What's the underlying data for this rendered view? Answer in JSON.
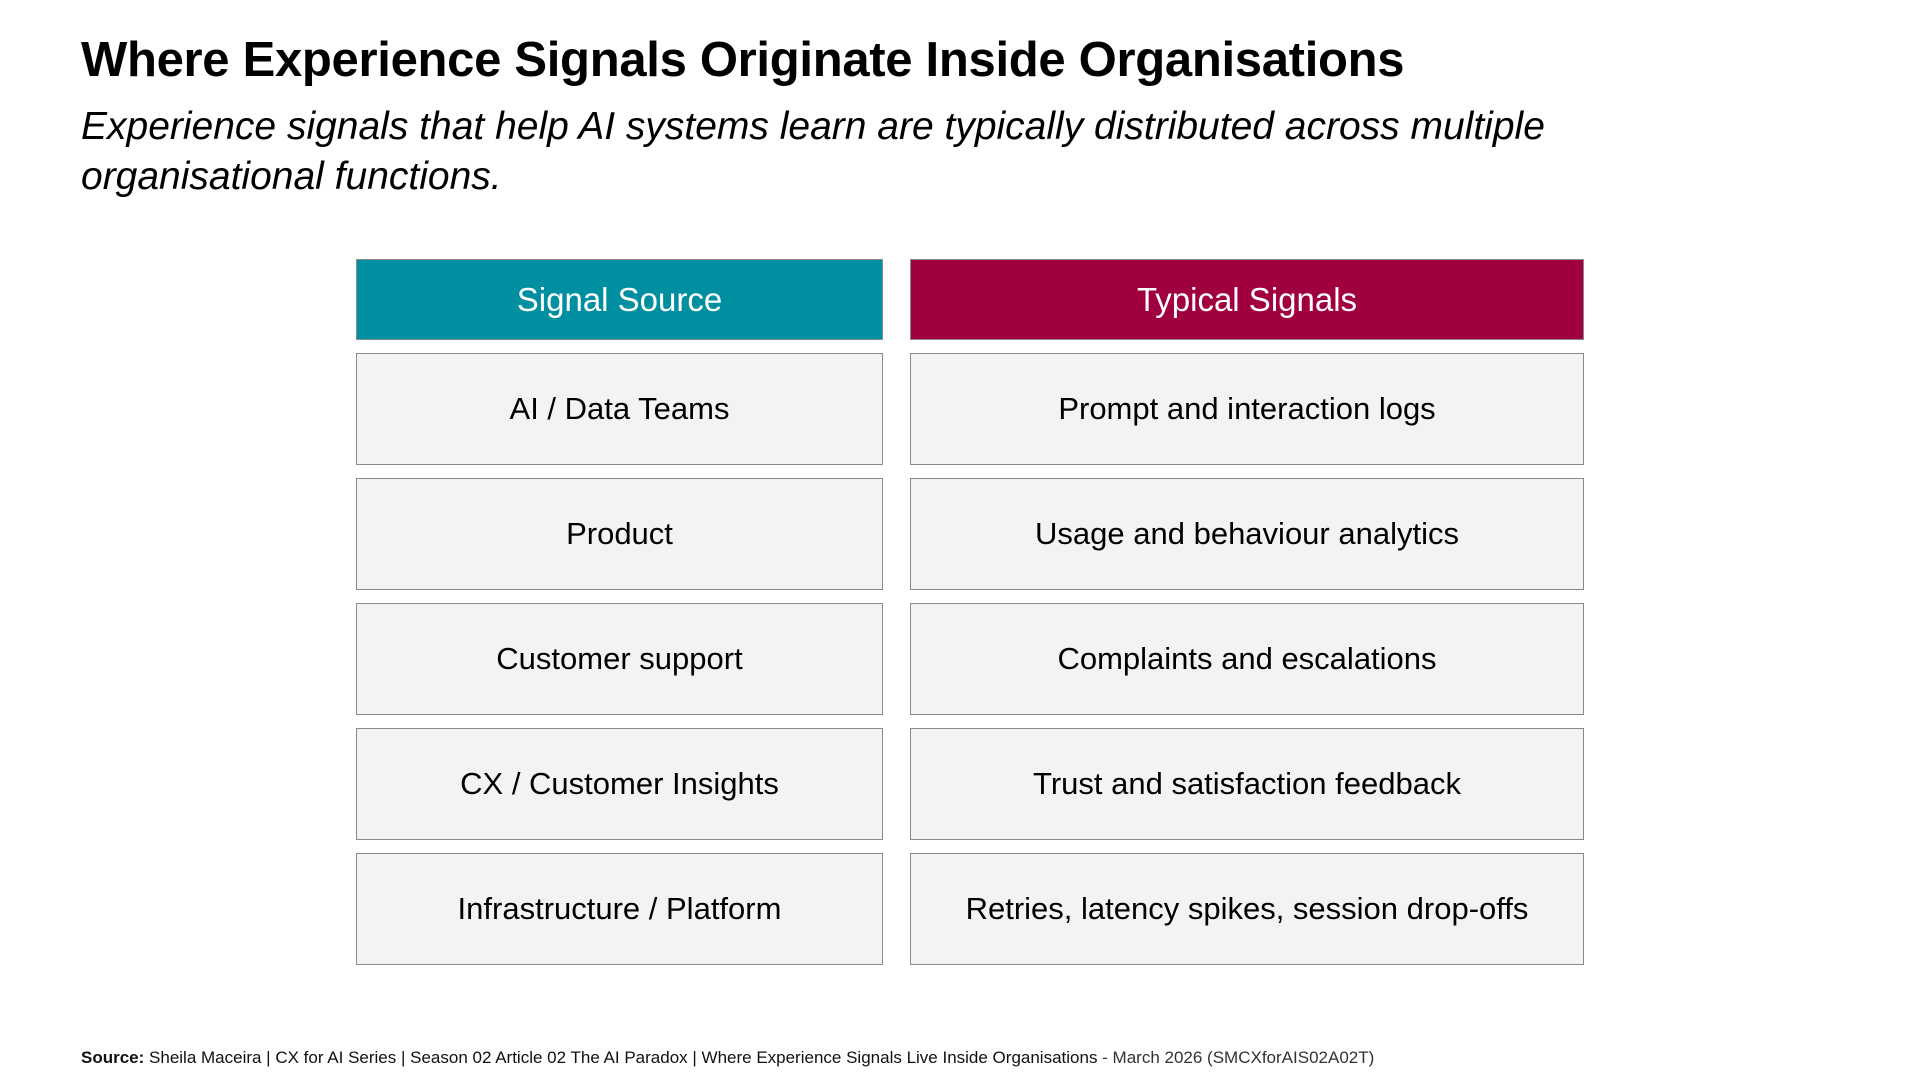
{
  "title": "Where Experience Signals Originate Inside Organisations",
  "subtitle": "Experience signals that help AI systems learn are typically distributed across multiple organisational functions.",
  "table": {
    "left_header": "Signal Source",
    "right_header": "Typical Signals",
    "rows": [
      {
        "source": "AI / Data Teams",
        "signal": "Prompt and interaction logs"
      },
      {
        "source": "Product",
        "signal": "Usage and behaviour analytics"
      },
      {
        "source": "Customer support",
        "signal": "Complaints and escalations"
      },
      {
        "source": "CX / Customer Insights",
        "signal": "Trust and satisfaction feedback"
      },
      {
        "source": "Infrastructure / Platform",
        "signal": "Retries, latency spikes, session drop-offs"
      }
    ]
  },
  "footer": {
    "source_label": "Source:",
    "source_text": " Sheila Maceira | CX for AI Series | Season 02 Article 02 The AI Paradox | Where Experience Signals Live Inside Organisations",
    "date_text": " - March 2026 (SMCXforAIS02A02T)"
  },
  "colors": {
    "left_header_bg": "#008fa1",
    "right_header_bg": "#a00040",
    "cell_bg": "#f3f3f3"
  }
}
